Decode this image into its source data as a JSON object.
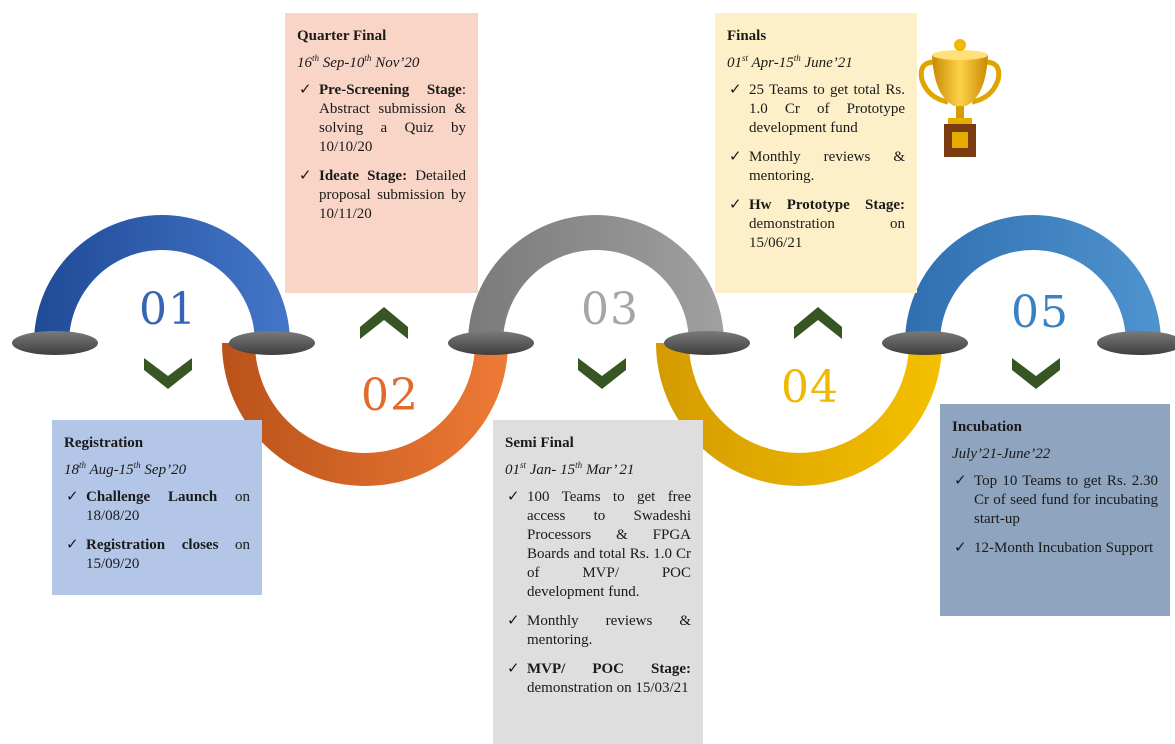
{
  "stages": [
    {
      "number": "01",
      "number_color": "#3764b4",
      "arc_color": "#2f5aa8",
      "title": "Registration",
      "date_parts": [
        "18",
        "th",
        " Aug-15",
        "th",
        " Sep’20"
      ],
      "items": [
        {
          "bold": "Challenge Launch",
          "text": " on 18/08/20"
        },
        {
          "bold": "Registration closes",
          "text": " on 15/09/20"
        }
      ]
    },
    {
      "number": "02",
      "number_color": "#e06b2a",
      "arc_color": "#d2601f",
      "title": "Quarter Final",
      "date_parts": [
        "16",
        "th",
        " Sep-10",
        "th",
        " Nov’20"
      ],
      "items": [
        {
          "bold": "Pre-Screening Stage",
          "text": ": Abstract submission & solving a Quiz by 10/10/20"
        },
        {
          "bold": "Ideate Stage:",
          "text": " Detailed proposal submission by 10/11/20"
        }
      ]
    },
    {
      "number": "03",
      "number_color": "#a6a6a6",
      "arc_color": "#8c8c8c",
      "title": "Semi Final",
      "date_parts": [
        "01",
        "st",
        " Jan- 15",
        "th",
        " Mar’ 21"
      ],
      "items": [
        {
          "bold": "",
          "text": "100 Teams to get free access to Swadeshi Processors & FPGA Boards and total Rs. 1.0 Cr of MVP/ POC development fund."
        },
        {
          "bold": "",
          "text": "Monthly reviews & mentoring."
        },
        {
          "bold": "MVP/ POC Stage:",
          "text": " demonstration on 15/03/21"
        }
      ]
    },
    {
      "number": "04",
      "number_color": "#f0b800",
      "arc_color": "#e6ad00",
      "title": "Finals",
      "date_parts": [
        "01",
        "st",
        " Apr-15",
        "th",
        " June’21"
      ],
      "items": [
        {
          "bold": "",
          "text": "25 Teams to get total Rs. 1.0 Cr of Prototype development fund"
        },
        {
          "bold": "",
          "text": "Monthly reviews & mentoring."
        },
        {
          "bold": "Hw Prototype Stage:",
          "text": " demonstration on 15/06/21"
        }
      ]
    },
    {
      "number": "05",
      "number_color": "#3b82c4",
      "arc_color": "#3f85c2",
      "title": "Incubation",
      "date_parts": [
        "July’21-June’22",
        "",
        "",
        "",
        ""
      ],
      "items": [
        {
          "bold": "",
          "text": "Top 10 Teams to get Rs. 2.30 Cr of seed fund for incubating start-up"
        },
        {
          "bold": "",
          "text": "12-Month Incubation Support"
        }
      ]
    }
  ],
  "check_mark": "✓",
  "chevron_color": "#375623",
  "disc_color": "#595959",
  "trophy_icon": "trophy-icon"
}
